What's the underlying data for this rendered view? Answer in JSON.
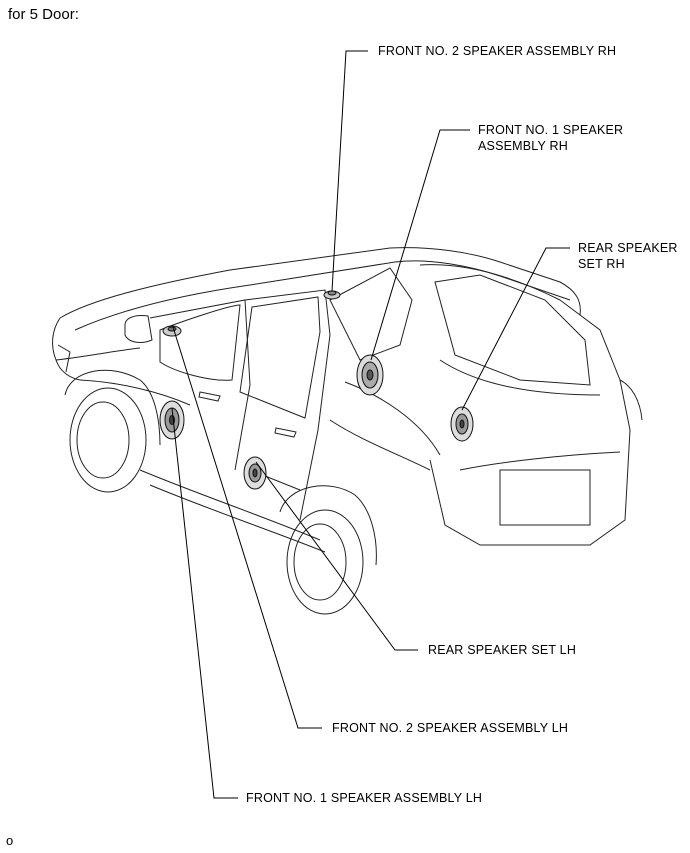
{
  "heading": "for 5 Door:",
  "footer_mark": "o",
  "labels": {
    "front2_rh": "FRONT NO. 2 SPEAKER ASSEMBLY RH",
    "front1_rh": "FRONT NO. 1 SPEAKER\nASSEMBLY RH",
    "rear_rh": "REAR SPEAKER\nSET RH",
    "rear_lh": "REAR SPEAKER SET LH",
    "front2_lh": "FRONT NO. 2 SPEAKER ASSEMBLY LH",
    "front1_lh": "FRONT NO. 1 SPEAKER ASSEMBLY LH"
  }
}
